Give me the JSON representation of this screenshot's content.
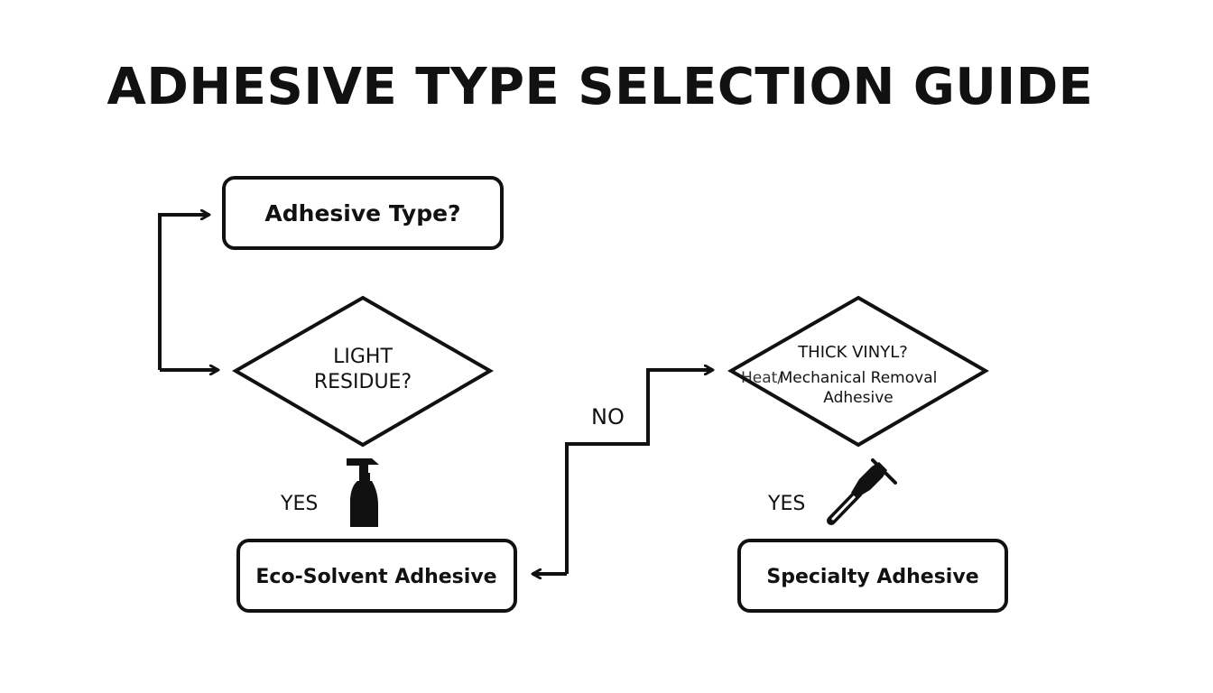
{
  "title": "ADHESIVE TYPE SELECTION GUIDE",
  "nodes": {
    "start": {
      "label": "Adhesive Type?"
    },
    "light_residue": {
      "line1": "LIGHT",
      "line2": "RESIDUE?"
    },
    "thick_vinyl": {
      "line1": "THICK VINYL?",
      "line2_overlap": "Heat/",
      "line2": "Mechanical Removal",
      "line3": "Adhesive"
    },
    "eco_solvent": {
      "label": "Eco-Solvent Adhesive"
    },
    "specialty": {
      "label": "Specialty Adhesive"
    }
  },
  "edge_labels": {
    "no": "NO",
    "yes_left": "YES",
    "yes_right": "YES"
  },
  "icons": {
    "spray": "spray-bottle-icon",
    "scraper": "scraper-icon"
  },
  "colors": {
    "stroke": "#111111",
    "background": "#ffffff"
  }
}
